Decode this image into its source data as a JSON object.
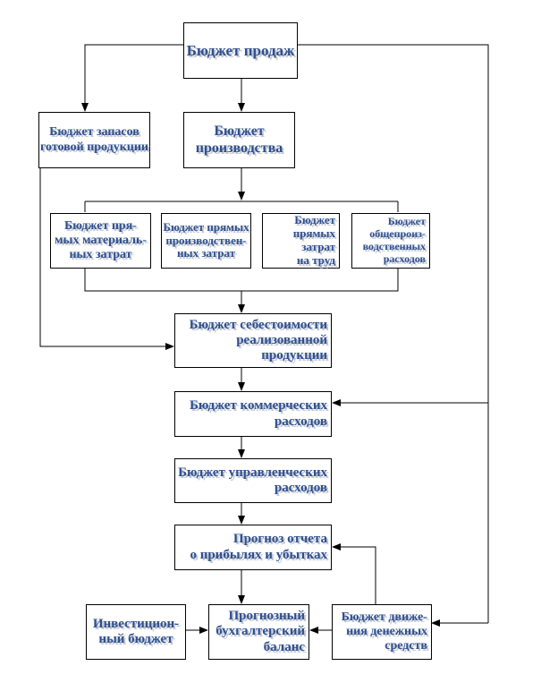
{
  "diagram": {
    "nodes": {
      "sales": "Бюджет продаж",
      "stock": "Бюджет запасов\nготовой продукции",
      "production": "Бюджет\nпроизводства",
      "materials": "Бюджет пря-\nмых материаль-\nных затрат",
      "direct_production": "Бюджет прямых\nпроизводствен-\nных затрат",
      "labor": "Бюджет\nпрямых затрат\nна труд",
      "overhead": "Бюджет\nобщепроиз-\nводственных\nрасходов",
      "cost_of_sales": "Бюджет себестоимости\nреализованной\nпродукции",
      "commercial": "Бюджет коммерческих\nрасходов",
      "administrative": "Бюджет управленческих\nрасходов",
      "profit_loss": "Прогноз отчета\nо прибылях и убытках",
      "balance": "Прогнозный\nбухгалтерский\nбаланс",
      "investment": "Инвестицион-\nный бюджет",
      "cash_flow": "Бюджет движе-\nния денежных\nсредств"
    }
  }
}
